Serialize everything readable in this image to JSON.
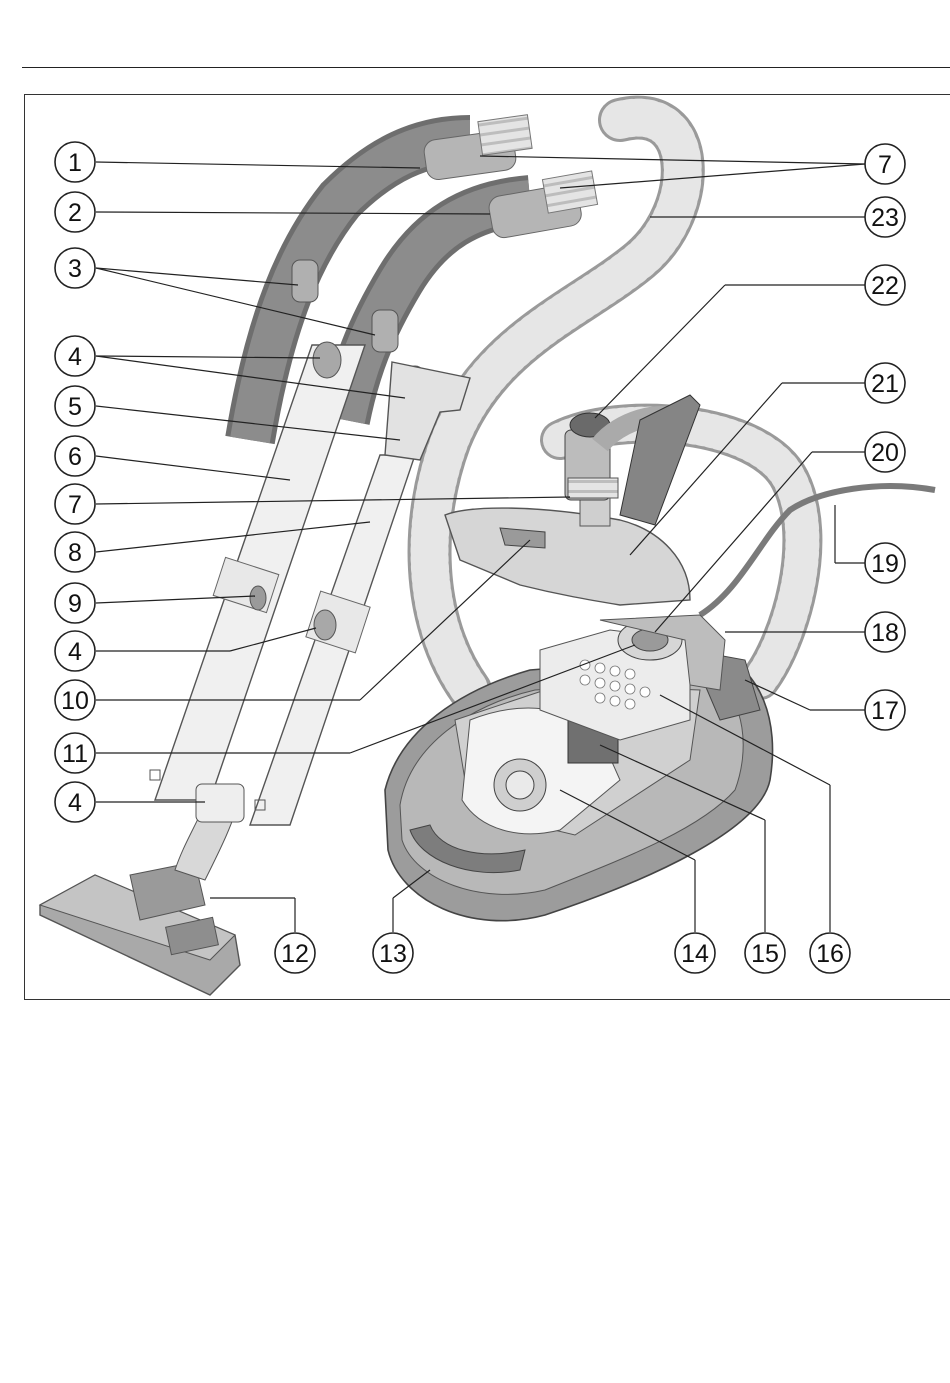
{
  "diagram": {
    "callouts": [
      {
        "id": "c1",
        "label": "1"
      },
      {
        "id": "c2",
        "label": "2"
      },
      {
        "id": "c3",
        "label": "3"
      },
      {
        "id": "c4a",
        "label": "4"
      },
      {
        "id": "c5",
        "label": "5"
      },
      {
        "id": "c6",
        "label": "6"
      },
      {
        "id": "c7a",
        "label": "7"
      },
      {
        "id": "c8",
        "label": "8"
      },
      {
        "id": "c9",
        "label": "9"
      },
      {
        "id": "c4b",
        "label": "4"
      },
      {
        "id": "c10",
        "label": "10"
      },
      {
        "id": "c11",
        "label": "11"
      },
      {
        "id": "c4c",
        "label": "4"
      },
      {
        "id": "c12",
        "label": "12"
      },
      {
        "id": "c13",
        "label": "13"
      },
      {
        "id": "c14",
        "label": "14"
      },
      {
        "id": "c15",
        "label": "15"
      },
      {
        "id": "c16",
        "label": "16"
      },
      {
        "id": "c17",
        "label": "17"
      },
      {
        "id": "c18",
        "label": "18"
      },
      {
        "id": "c19",
        "label": "19"
      },
      {
        "id": "c20",
        "label": "20"
      },
      {
        "id": "c21",
        "label": "21"
      },
      {
        "id": "c22",
        "label": "22"
      },
      {
        "id": "c23",
        "label": "23"
      },
      {
        "id": "c7b",
        "label": "7"
      }
    ]
  }
}
